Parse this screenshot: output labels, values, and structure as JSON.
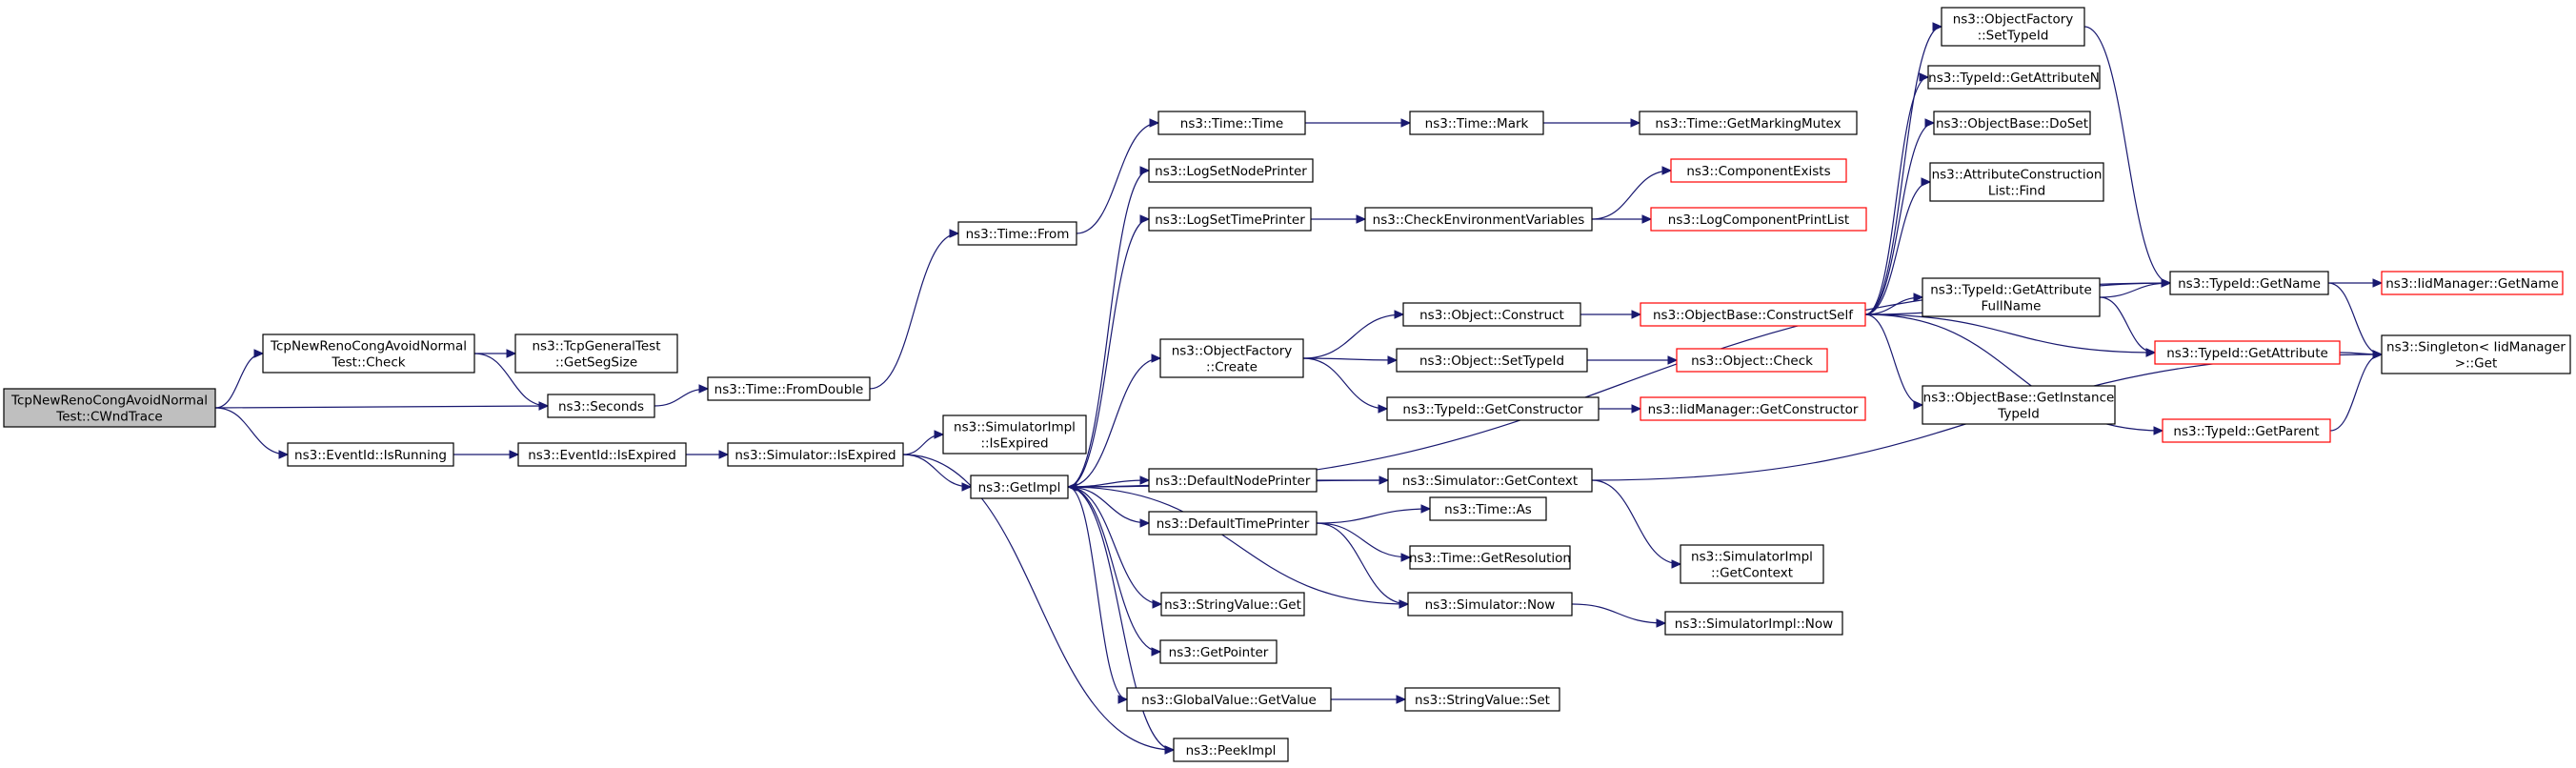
{
  "graph": {
    "nodes": {
      "root": {
        "lines": [
          "TcpNewRenoCongAvoidNormal",
          "Test::CWndTrace"
        ]
      },
      "check": {
        "lines": [
          "TcpNewRenoCongAvoidNormal",
          "Test::Check"
        ]
      },
      "seconds": {
        "lines": [
          "ns3::Seconds"
        ]
      },
      "isrunning": {
        "lines": [
          "ns3::EventId::IsRunning"
        ]
      },
      "getsegsize": {
        "lines": [
          "ns3::TcpGeneralTest",
          "::GetSegSize"
        ]
      },
      "fromdouble": {
        "lines": [
          "ns3::Time::FromDouble"
        ]
      },
      "eventisexpired": {
        "lines": [
          "ns3::EventId::IsExpired"
        ]
      },
      "simisexpired": {
        "lines": [
          "ns3::Simulator::IsExpired"
        ]
      },
      "timefrom": {
        "lines": [
          "ns3::Time::From"
        ]
      },
      "simimplisexpired": {
        "lines": [
          "ns3::SimulatorImpl",
          "::IsExpired"
        ]
      },
      "getimpl": {
        "lines": [
          "ns3::GetImpl"
        ]
      },
      "timetime": {
        "lines": [
          "ns3::Time::Time"
        ]
      },
      "lognodeprinter": {
        "lines": [
          "ns3::LogSetNodePrinter"
        ]
      },
      "logtimeprinter": {
        "lines": [
          "ns3::LogSetTimePrinter"
        ]
      },
      "objfactorycreate": {
        "lines": [
          "ns3::ObjectFactory",
          "::Create"
        ]
      },
      "defnodeprinter": {
        "lines": [
          "ns3::DefaultNodePrinter"
        ]
      },
      "deftimeprinter": {
        "lines": [
          "ns3::DefaultTimePrinter"
        ]
      },
      "stringget": {
        "lines": [
          "ns3::StringValue::Get"
        ]
      },
      "getpointer": {
        "lines": [
          "ns3::GetPointer"
        ]
      },
      "globalgetvalue": {
        "lines": [
          "ns3::GlobalValue::GetValue"
        ]
      },
      "peekimpl": {
        "lines": [
          "ns3::PeekImpl"
        ]
      },
      "timemark": {
        "lines": [
          "ns3::Time::Mark"
        ]
      },
      "checkenv": {
        "lines": [
          "ns3::CheckEnvironmentVariables"
        ]
      },
      "objconstruct": {
        "lines": [
          "ns3::Object::Construct"
        ]
      },
      "objsettypeid": {
        "lines": [
          "ns3::Object::SetTypeId"
        ]
      },
      "typeidgetctor": {
        "lines": [
          "ns3::TypeId::GetConstructor"
        ]
      },
      "simgetcontext": {
        "lines": [
          "ns3::Simulator::GetContext"
        ]
      },
      "timeas": {
        "lines": [
          "ns3::Time::As"
        ]
      },
      "timegetres": {
        "lines": [
          "ns3::Time::GetResolution"
        ]
      },
      "simnow": {
        "lines": [
          "ns3::Simulator::Now"
        ]
      },
      "stringset": {
        "lines": [
          "ns3::StringValue::Set"
        ]
      },
      "getmarkingmutex": {
        "lines": [
          "ns3::Time::GetMarkingMutex"
        ]
      },
      "compexists": {
        "lines": [
          "ns3::ComponentExists"
        ]
      },
      "logcompprint": {
        "lines": [
          "ns3::LogComponentPrintList"
        ]
      },
      "constructself": {
        "lines": [
          "ns3::ObjectBase::ConstructSelf"
        ]
      },
      "objcheck": {
        "lines": [
          "ns3::Object::Check"
        ]
      },
      "iidgetctor": {
        "lines": [
          "ns3::IidManager::GetConstructor"
        ]
      },
      "simimplgetctx": {
        "lines": [
          "ns3::SimulatorImpl",
          "::GetContext"
        ]
      },
      "simimplnow": {
        "lines": [
          "ns3::SimulatorImpl::Now"
        ]
      },
      "ofsettypeid": {
        "lines": [
          "ns3::ObjectFactory",
          "::SetTypeId"
        ]
      },
      "getattrn": {
        "lines": [
          "ns3::TypeId::GetAttributeN"
        ]
      },
      "doset": {
        "lines": [
          "ns3::ObjectBase::DoSet"
        ]
      },
      "attrfind": {
        "lines": [
          "ns3::AttributeConstruction",
          "List::Find"
        ]
      },
      "getattrfull": {
        "lines": [
          "ns3::TypeId::GetAttribute",
          "FullName"
        ]
      },
      "getinstance": {
        "lines": [
          "ns3::ObjectBase::GetInstance",
          "TypeId"
        ]
      },
      "typeidgetname": {
        "lines": [
          "ns3::TypeId::GetName"
        ]
      },
      "typeidgetattr": {
        "lines": [
          "ns3::TypeId::GetAttribute"
        ]
      },
      "typeidgetparent": {
        "lines": [
          "ns3::TypeId::GetParent"
        ]
      },
      "iidgetname": {
        "lines": [
          "ns3::IidManager::GetName"
        ]
      },
      "singletonget": {
        "lines": [
          "ns3::Singleton< IidManager",
          " >::Get"
        ]
      }
    }
  }
}
